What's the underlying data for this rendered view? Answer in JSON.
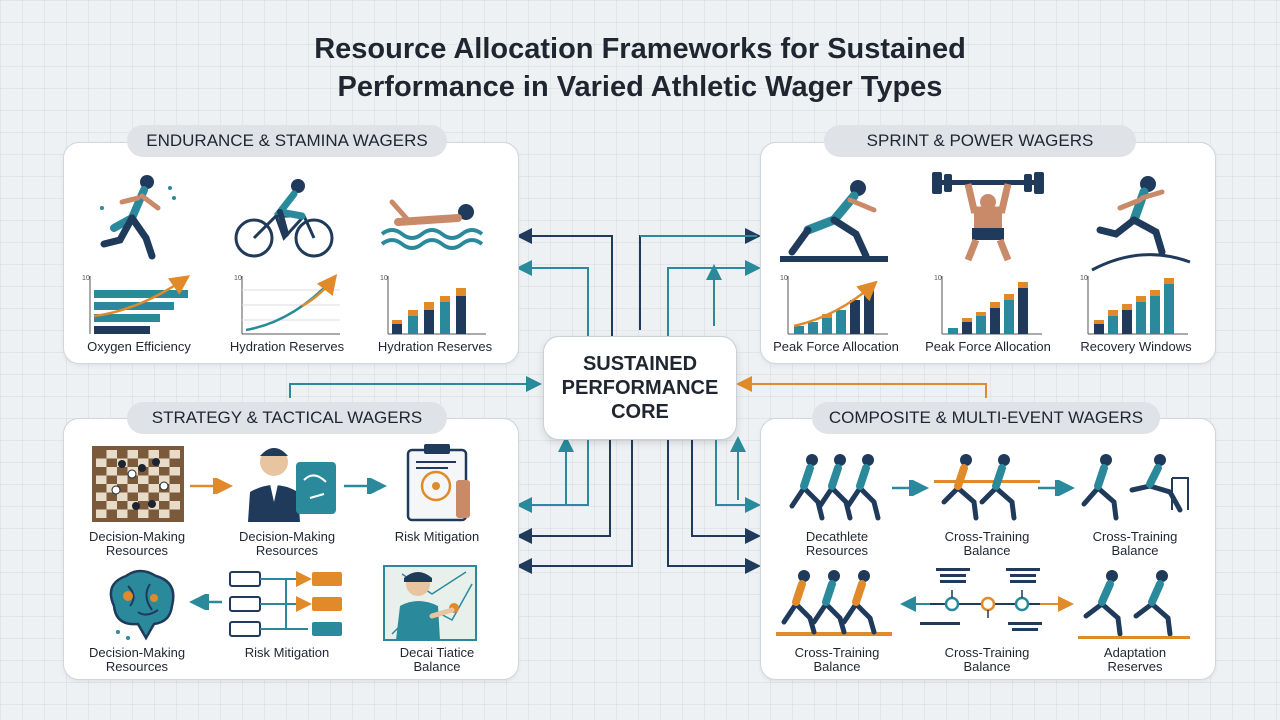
{
  "title": "Resource Allocation Frameworks for Sustained\nPerformance in Varied Athletic Wager Types",
  "core": "SUSTAINED\nPERFORMANCE\nCORE",
  "panels": {
    "endurance": {
      "heading": "ENDURANCE & STAMINA WAGERS",
      "labels": [
        "Oxygen Efficiency",
        "Hydration Reserves",
        "Hydration Reserves"
      ],
      "chart_tick": "10"
    },
    "sprint": {
      "heading": "SPRINT & POWER WAGERS",
      "labels": [
        "Peak Force Allocation",
        "Peak Force Allocation",
        "Recovery Windows"
      ],
      "chart_tick": "10"
    },
    "strategy": {
      "heading": "STRATEGY & TACTICAL WAGERS",
      "labels": [
        "Decision-Making\nResources",
        "Decision-Making\nResources",
        "Risk Mitigation",
        "Decision-Making\nResources",
        "Risk Mitigation",
        "Decai Tiatice\nBalance"
      ]
    },
    "composite": {
      "heading": "COMPOSITE & MULTI-EVENT WAGERS",
      "labels": [
        "Decathlete\nResources",
        "Cross-Training\nBalance",
        "Cross-Training\nBalance",
        "Cross-Training\nBalance",
        "Cross-Training\nBalance",
        "Adaptation\nReserves"
      ]
    }
  },
  "colors": {
    "navy": "#1f3a5a",
    "teal": "#2a8a9c",
    "orange": "#e08a2a",
    "dark": "#1c2430"
  }
}
